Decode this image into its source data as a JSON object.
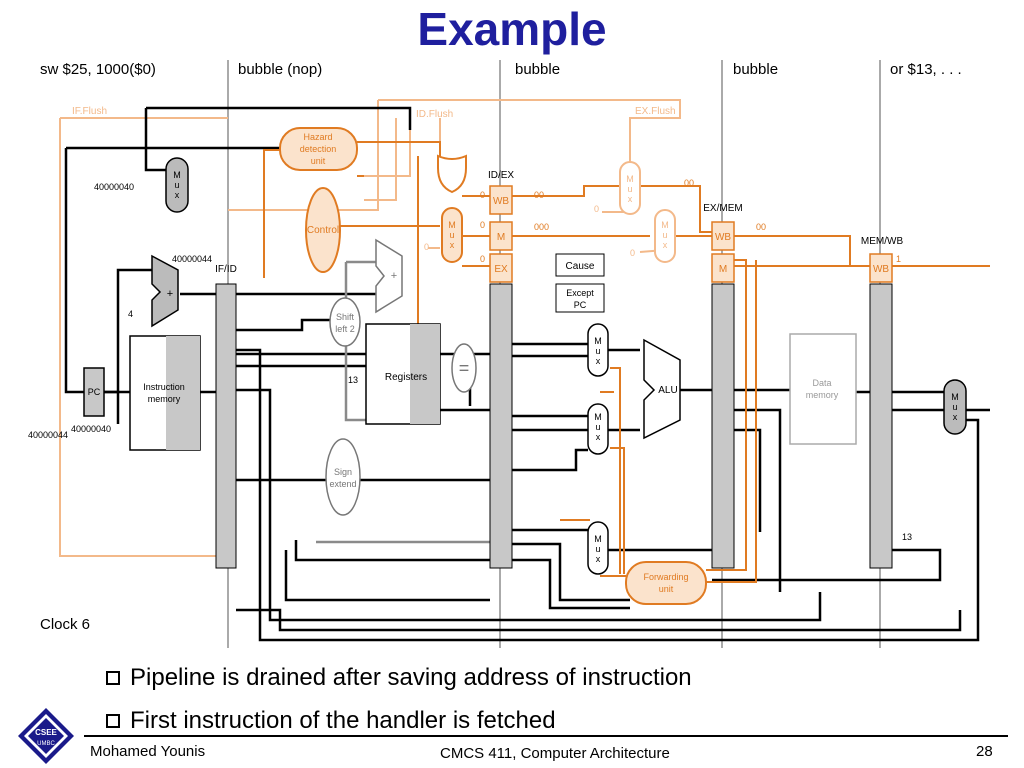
{
  "title": "Example",
  "stages": [
    "sw $25, 1000($0)",
    "bubble (nop)",
    "bubble",
    "bubble",
    "or $13, . . ."
  ],
  "clock": "Clock 6",
  "bullets": [
    "Pipeline is drained after saving address of instruction",
    "First instruction of the handler is fetched"
  ],
  "footer": {
    "author": "Mohamed Younis",
    "course": "CMCS 411, Computer Architecture",
    "page": "28"
  },
  "logo_text": [
    "CSEE",
    "UMBC"
  ],
  "diagram": {
    "flush_labels": [
      "IF.Flush",
      "ID.Flush",
      "EX.Flush"
    ],
    "register_labels": [
      "IF/ID",
      "ID/EX",
      "EX/MEM",
      "MEM/WB"
    ],
    "units": {
      "hazard": "Hazard detection unit",
      "control": "Control",
      "registers": "Registers",
      "instruction_memory": "Instruction memory",
      "data_memory": "Data memory",
      "alu": "ALU",
      "shift": "Shift left 2",
      "sign": "Sign extend",
      "forwarding": "Forwarding unit",
      "pc": "PC",
      "cause": "Cause",
      "epc": "Except PC",
      "mux": "M u x",
      "plus": "+",
      "equals": "="
    },
    "field_labels": {
      "wb": "WB",
      "m": "M",
      "ex": "EX"
    },
    "values": {
      "pc_mux_input": "40000040",
      "adder_output": "40000044",
      "pc_value": "40000044",
      "im_address": "40000040",
      "four": "4",
      "reg13": "13",
      "idex_wb": "00",
      "idex_m": "000",
      "exmem_wb": "00",
      "memwb_wb": "1",
      "memwb_reg": "13",
      "zero": "0"
    }
  },
  "colors": {
    "title": "#1f1f9e",
    "orange": "#e07b22",
    "light_orange": "#f3b98a",
    "fill_orange": "#fbe3cc",
    "gray": "#c8c8c8"
  }
}
